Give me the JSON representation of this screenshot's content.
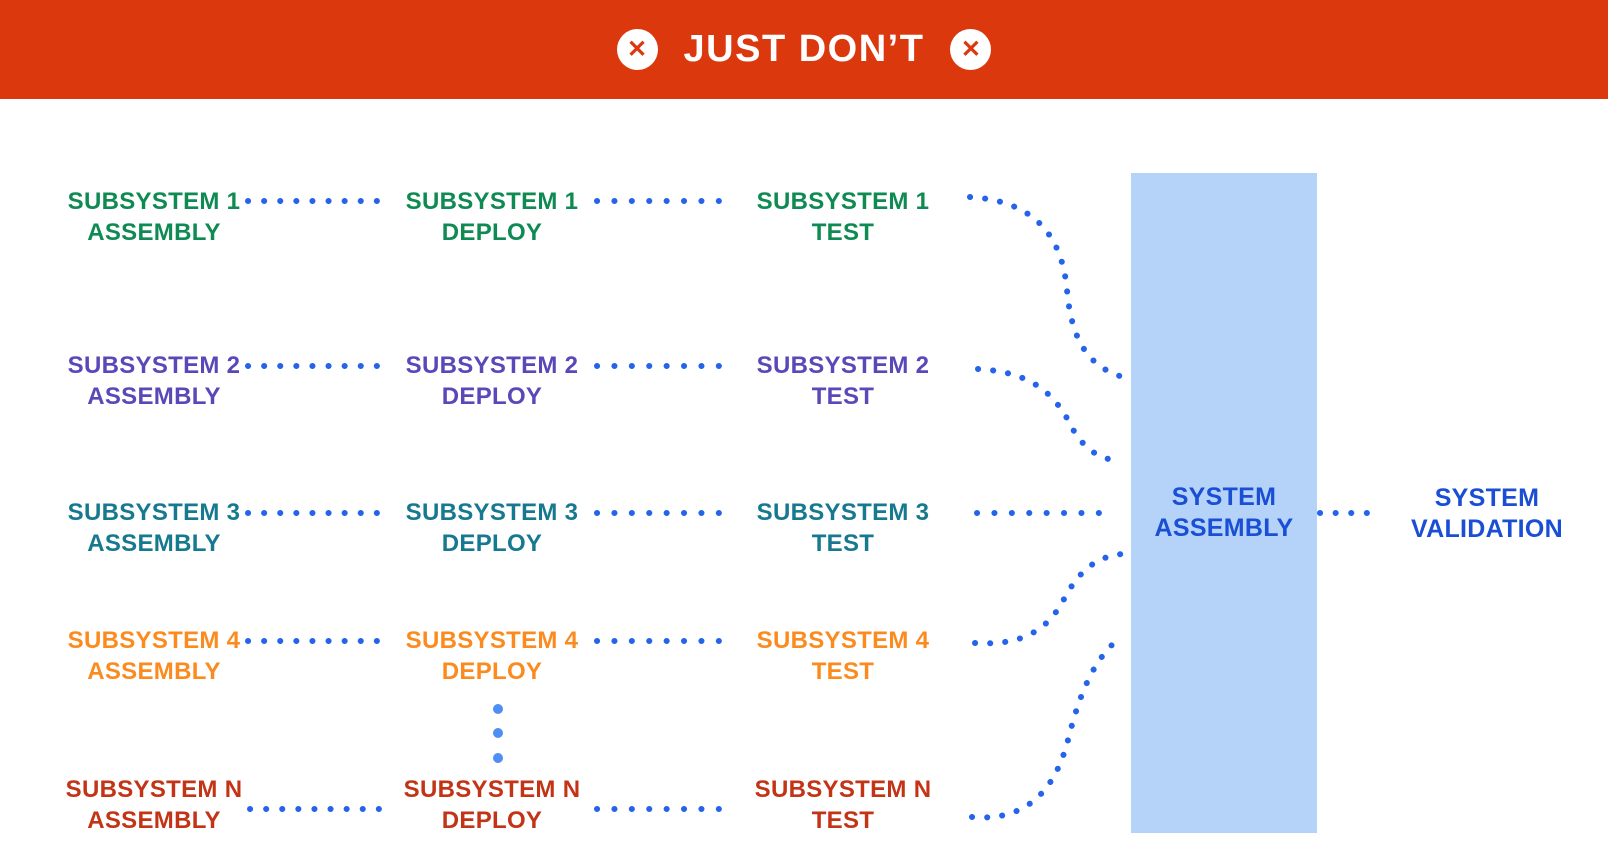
{
  "banner": {
    "label": "JUST DON’T",
    "bg_color": "#DC380D",
    "icon_glyph": "✕"
  },
  "rows": [
    {
      "name": "SUBSYSTEM 1",
      "stages": [
        "ASSEMBLY",
        "DEPLOY",
        "TEST"
      ],
      "color": "#0E8A52"
    },
    {
      "name": "SUBSYSTEM 2",
      "stages": [
        "ASSEMBLY",
        "DEPLOY",
        "TEST"
      ],
      "color": "#5A48B8"
    },
    {
      "name": "SUBSYSTEM 3",
      "stages": [
        "ASSEMBLY",
        "DEPLOY",
        "TEST"
      ],
      "color": "#16798F"
    },
    {
      "name": "SUBSYSTEM 4",
      "stages": [
        "ASSEMBLY",
        "DEPLOY",
        "TEST"
      ],
      "color": "#FB8B1E"
    },
    {
      "name": "SUBSYSTEM N",
      "stages": [
        "ASSEMBLY",
        "DEPLOY",
        "TEST"
      ],
      "color": "#C23415"
    }
  ],
  "system_assembly": {
    "line1": "SYSTEM",
    "line2": "ASSEMBLY",
    "text_color": "#1A4FD5",
    "box_color": "#B5D2F9"
  },
  "system_validation": {
    "line1": "SYSTEM",
    "line2": "VALIDATION",
    "text_color": "#1A4FD5"
  },
  "connector_color": "#2563EB",
  "ellipsis_color": "#4D8FF2"
}
